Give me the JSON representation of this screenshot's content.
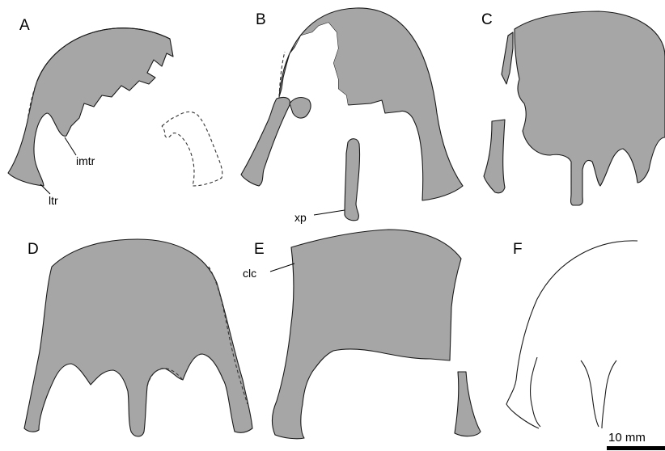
{
  "panels": {
    "a": "A",
    "b": "B",
    "c": "C",
    "d": "D",
    "e": "E",
    "f": "F"
  },
  "annotations": {
    "imtr": "imtr",
    "ltr": "ltr",
    "xp": "xp",
    "clc": "clc"
  },
  "scale_bar": {
    "label": "10 mm"
  },
  "colors": {
    "bone_fill": "#a6a6a6",
    "outline": "#1a1a1a",
    "background": "#ffffff"
  }
}
